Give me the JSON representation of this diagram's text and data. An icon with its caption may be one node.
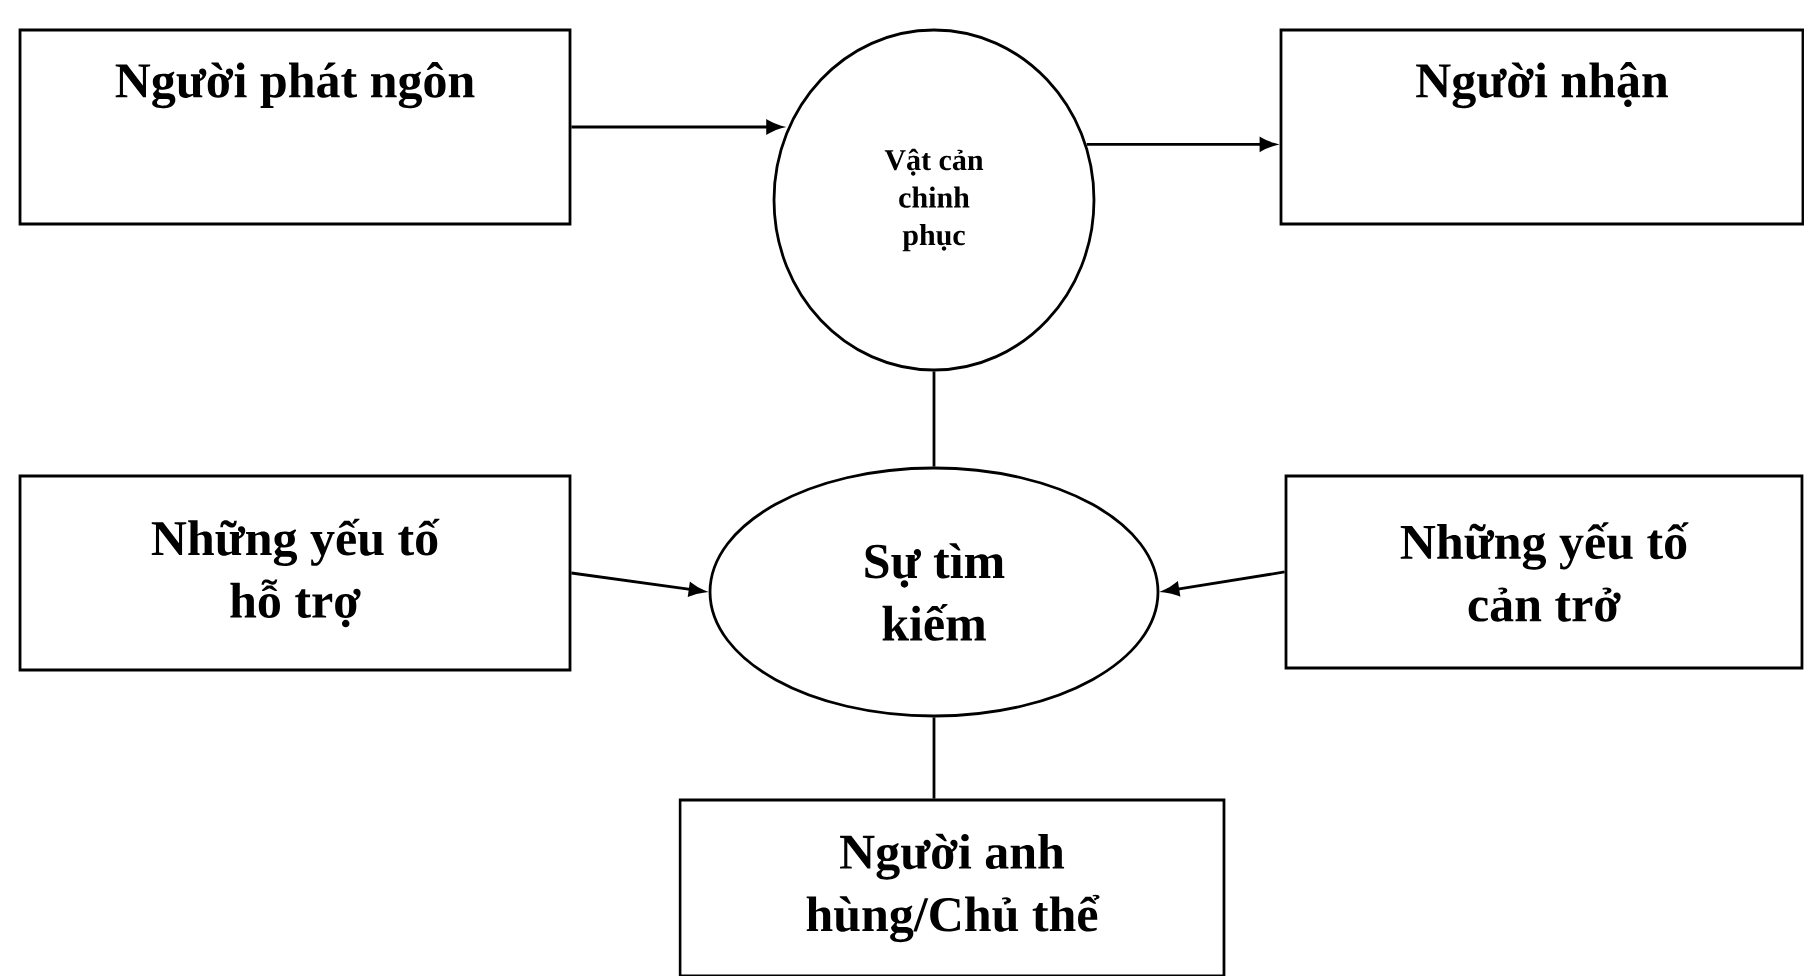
{
  "diagram": {
    "nodes": [
      {
        "text": [
          "Người phát ngôn"
        ]
      },
      {
        "text": [
          "Vật cản chinh phục"
        ]
      },
      {
        "text": [
          "Người nhận"
        ]
      },
      {
        "text": [
          "Những yếu tố hỗ trợ"
        ]
      },
      {
        "text": [
          "Sự tìm kiếm"
        ]
      },
      {
        "text": [
          "Những yếu tố cản trở"
        ]
      },
      {
        "text": [
          "Người anh hùng/Chủ thể"
        ]
      }
    ],
    "edges": [
      {
        "from": 0,
        "to": 1,
        "arrow": "to"
      },
      {
        "from": 1,
        "to": 2,
        "arrow": "to"
      },
      {
        "from": 1,
        "to": 4,
        "arrow": "none"
      },
      {
        "from": 3,
        "to": 4,
        "arrow": "to"
      },
      {
        "from": 5,
        "to": 4,
        "arrow": "to"
      },
      {
        "from": 4,
        "to": 6,
        "arrow": "none"
      }
    ]
  }
}
